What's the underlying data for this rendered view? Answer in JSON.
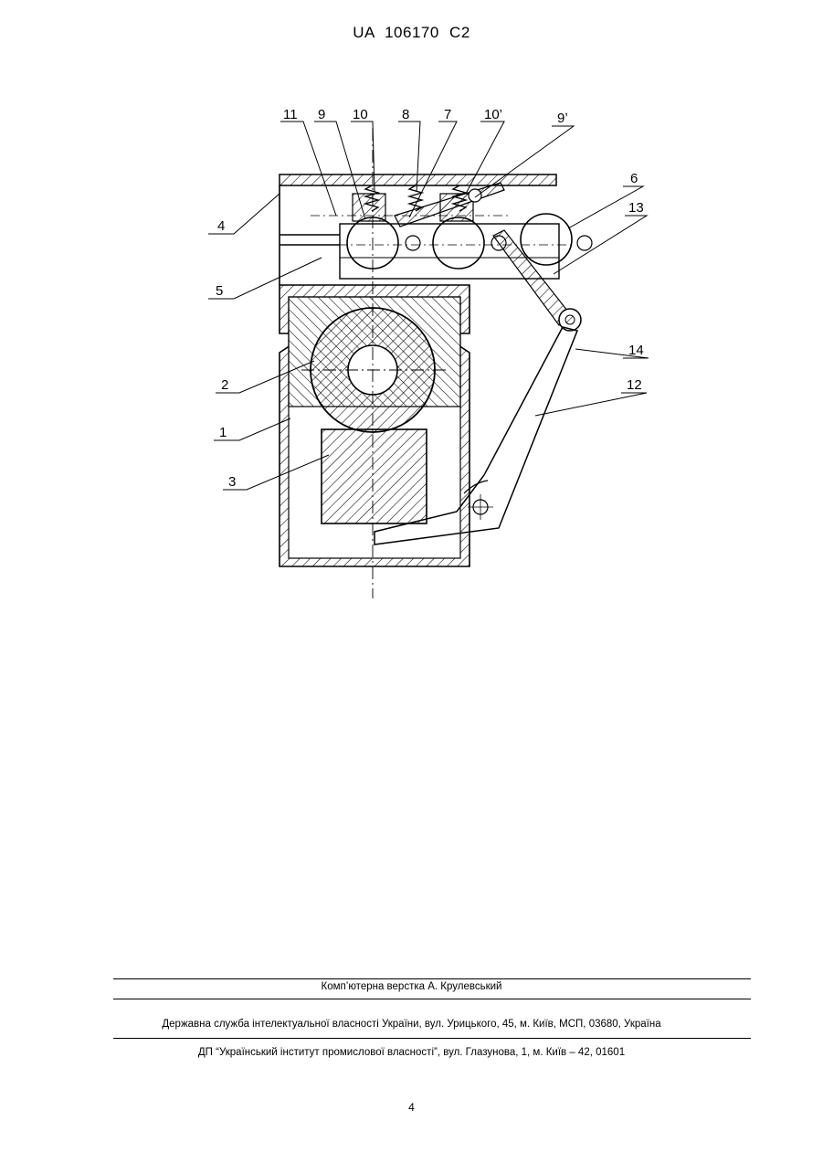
{
  "header": {
    "patent_id": "UA   106170   C2"
  },
  "figure": {
    "labels": {
      "l11": "11",
      "l9": "9",
      "l10": "10",
      "l8": "8",
      "l7": "7",
      "l10p": "10’",
      "l9p": "9’",
      "l6": "6",
      "l13": "13",
      "l4": "4",
      "l5": "5",
      "l14": "14",
      "l2": "2",
      "l12": "12",
      "l1": "1",
      "l3": "3"
    }
  },
  "footer": {
    "layout_credit": "Комп’ютерна верстка А. Крулевський",
    "office_address": "Державна служба інтелектуальної власності України, вул. Урицького, 45, м. Київ, МСП, 03680, Україна",
    "institute_address": "ДП “Український інститут промислової власності”, вул. Глазунова, 1, м. Київ – 42, 01601"
  },
  "page_number": "4"
}
